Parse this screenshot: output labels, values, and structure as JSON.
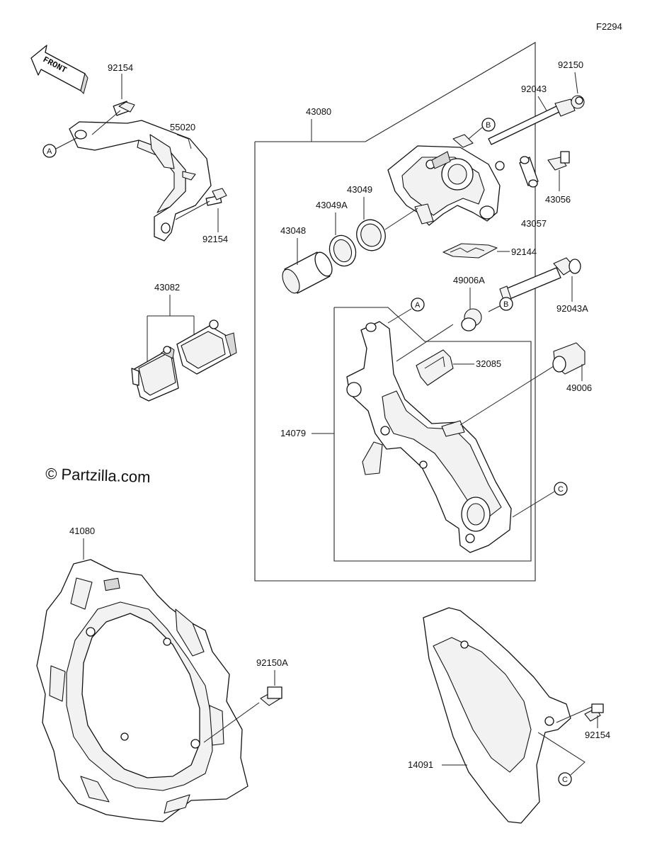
{
  "diagram_code": "F2294",
  "watermark": "© Partzilla.com",
  "front_arrow": {
    "text": "FRONT",
    "icon": "front-direction-arrow-icon"
  },
  "parts": {
    "p92154a": "92154",
    "p55020": "55020",
    "p92154b": "92154",
    "p43082": "43082",
    "p43080": "43080",
    "p92150": "92150",
    "p92043": "92043",
    "p43049": "43049",
    "p43049A": "43049A",
    "p43048": "43048",
    "p43056": "43056",
    "p43057": "43057",
    "p92144": "92144",
    "p49006A": "49006A",
    "p92043A": "92043A",
    "p32085": "32085",
    "p49006": "49006",
    "p14079": "14079",
    "p41080": "41080",
    "p92150A": "92150A",
    "p92154c": "92154",
    "p14091": "14091"
  },
  "refs": {
    "a": "A",
    "b": "B",
    "c": "C"
  }
}
